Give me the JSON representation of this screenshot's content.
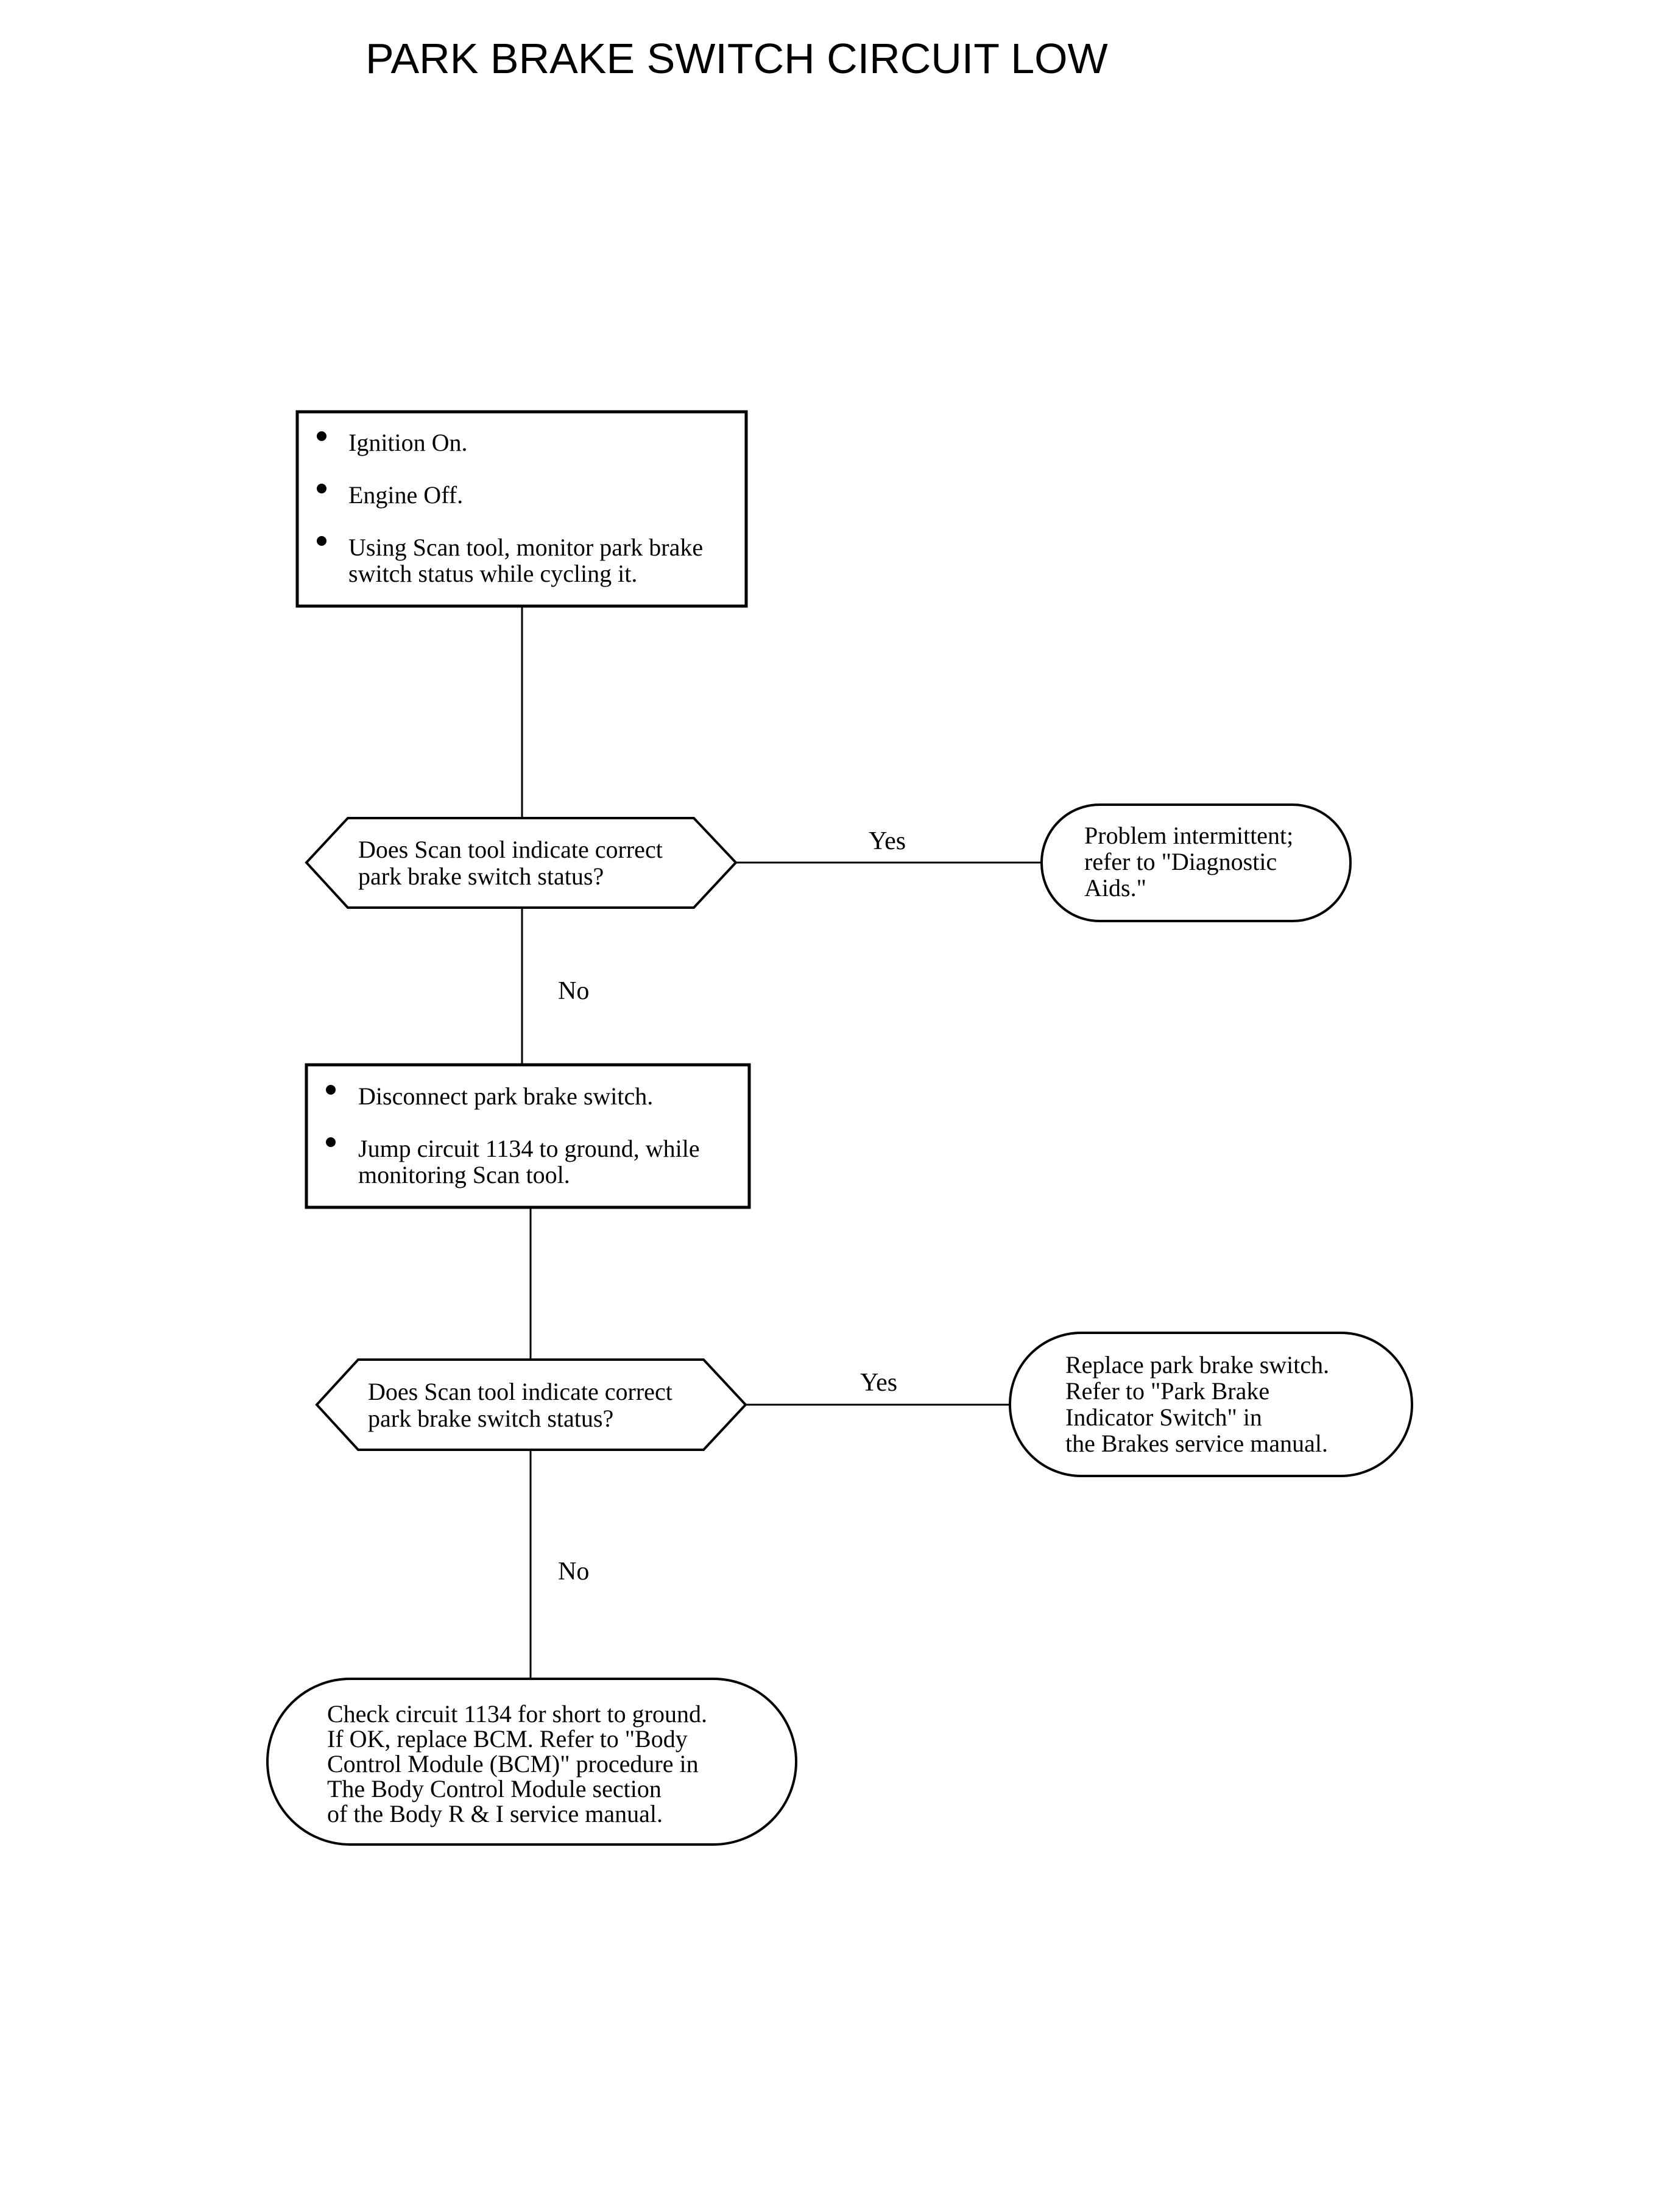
{
  "title": "PARK BRAKE SWITCH CIRCUIT LOW",
  "step1": {
    "bullets": [
      [
        "Ignition On."
      ],
      [
        "Engine Off."
      ],
      [
        "Using Scan tool, monitor park brake",
        "switch status while cycling it."
      ]
    ]
  },
  "decision1": {
    "lines": [
      "Does Scan tool indicate correct",
      "park brake switch status?"
    ],
    "yes_label": "Yes",
    "no_label": "No"
  },
  "result1": {
    "lines": [
      "Problem intermittent;",
      "refer to \"Diagnostic",
      "Aids.\""
    ]
  },
  "step2": {
    "bullets": [
      [
        "Disconnect park brake switch."
      ],
      [
        "Jump circuit 1134 to ground, while",
        "monitoring Scan tool."
      ]
    ]
  },
  "decision2": {
    "lines": [
      "Does Scan tool indicate correct",
      "park brake switch status?"
    ],
    "yes_label": "Yes",
    "no_label": "No"
  },
  "result2": {
    "lines": [
      "Replace park brake switch.",
      "Refer to \"Park Brake",
      "Indicator Switch\" in",
      "the Brakes service manual."
    ]
  },
  "result3": {
    "lines": [
      "Check circuit 1134 for short to ground.",
      "If OK, replace BCM. Refer to \"Body",
      "Control Module (BCM)\" procedure in",
      "The Body Control Module section",
      "of the Body R & I service manual."
    ]
  }
}
